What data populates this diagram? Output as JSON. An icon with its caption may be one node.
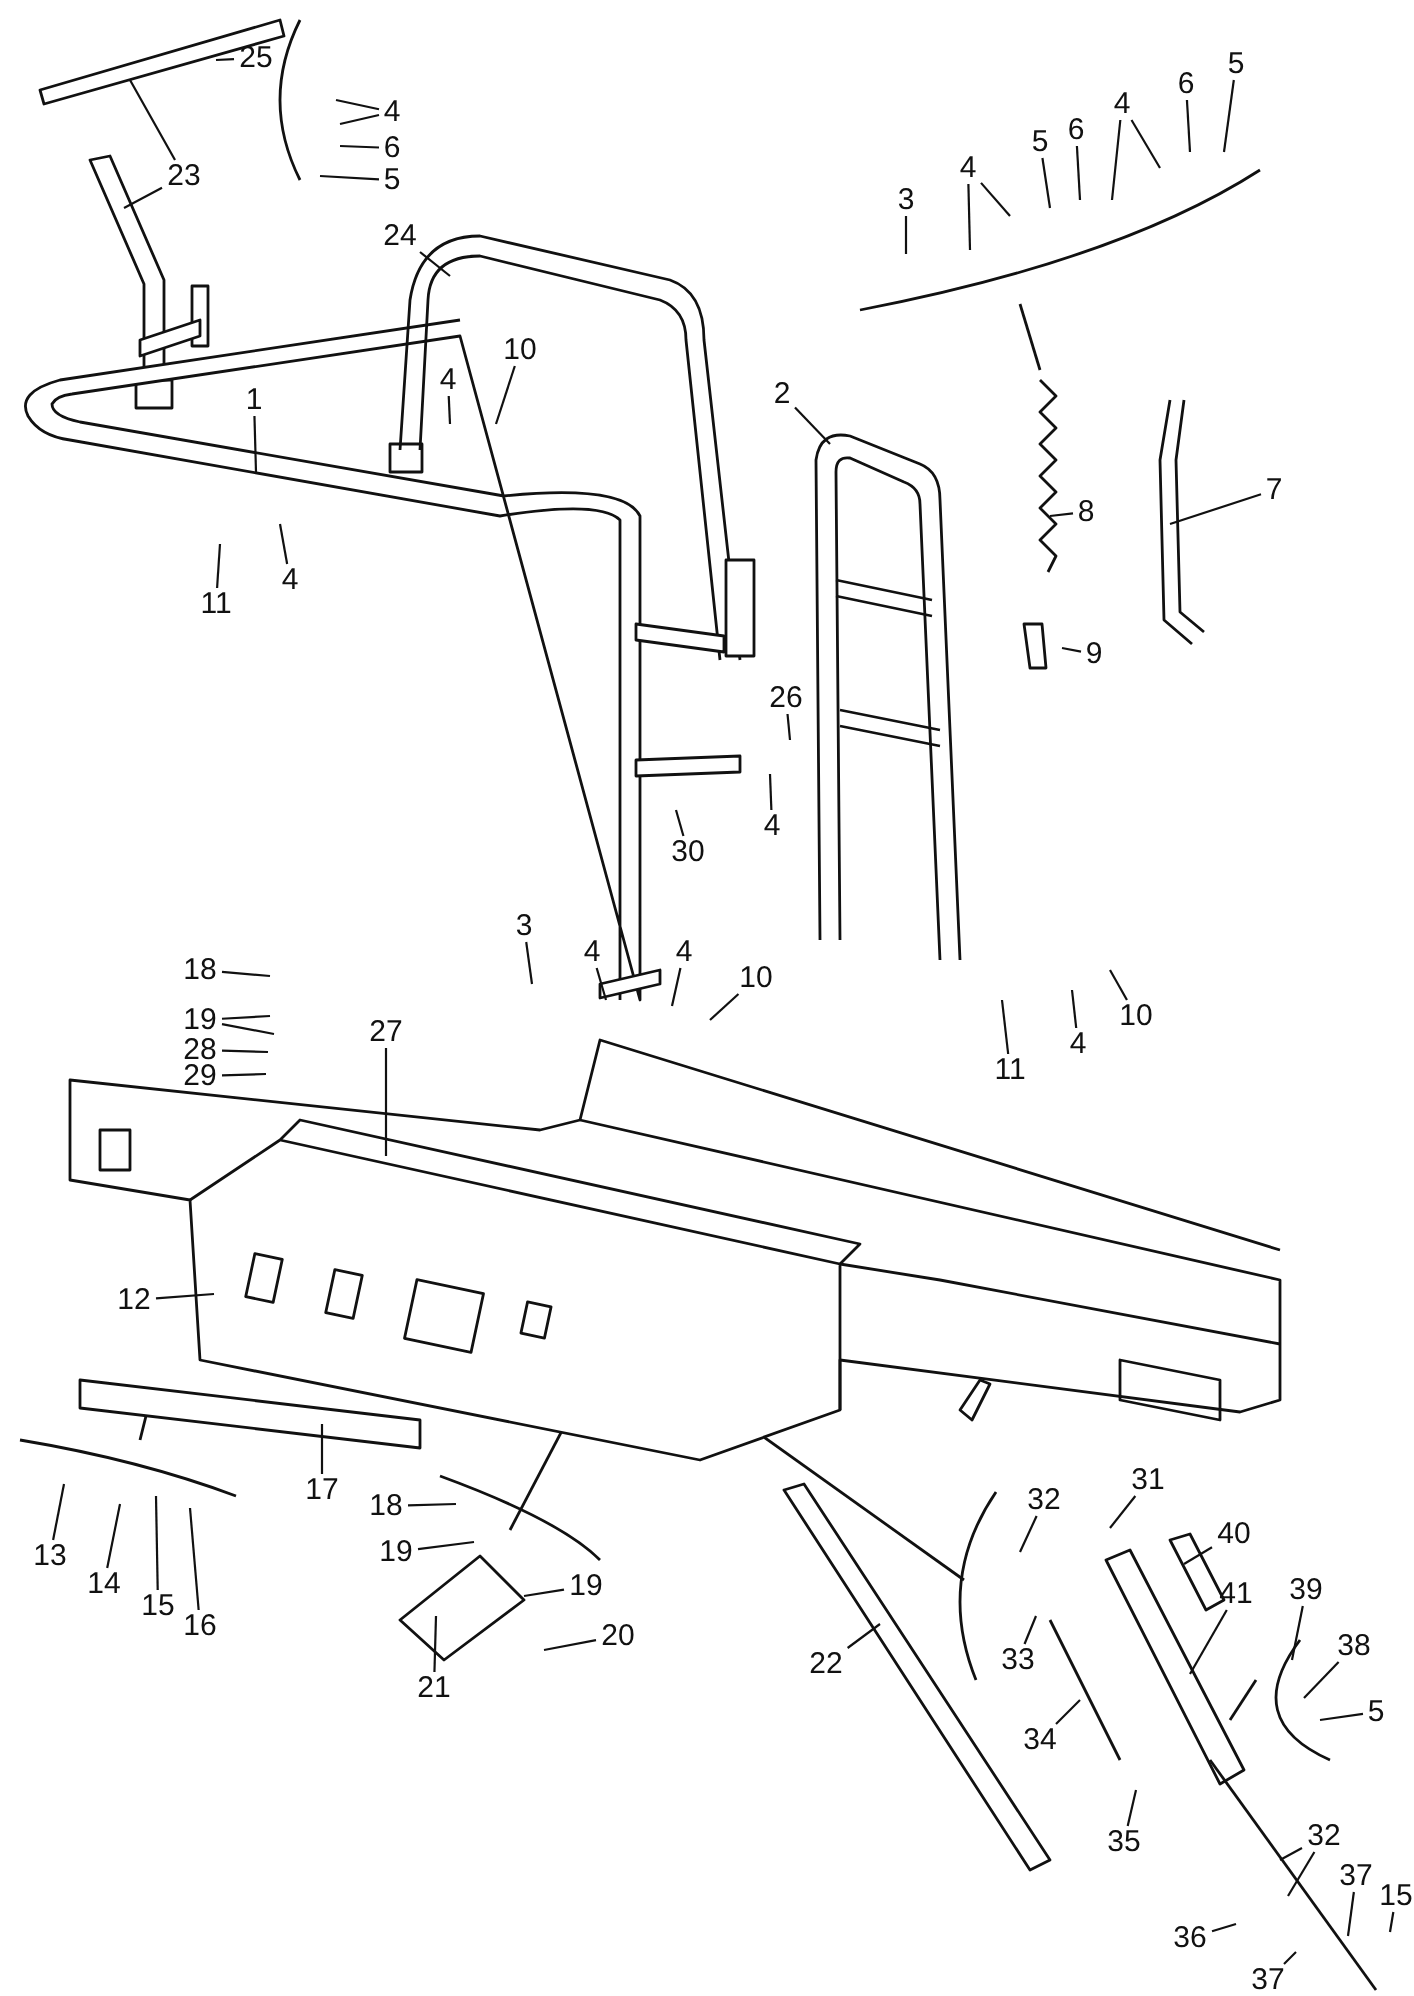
{
  "diagram": {
    "nodes": [
      {
        "text": [
          "25"
        ]
      },
      {
        "text": [
          "4"
        ]
      },
      {
        "text": [
          "6"
        ]
      },
      {
        "text": [
          "5"
        ]
      },
      {
        "text": [
          "23"
        ]
      },
      {
        "text": [
          "3"
        ]
      },
      {
        "text": [
          "4"
        ]
      },
      {
        "text": [
          "5"
        ]
      },
      {
        "text": [
          "6"
        ]
      },
      {
        "text": [
          "4"
        ]
      },
      {
        "text": [
          "6"
        ]
      },
      {
        "text": [
          "5"
        ]
      },
      {
        "text": [
          "24"
        ]
      },
      {
        "text": [
          "10"
        ]
      },
      {
        "text": [
          "4"
        ]
      },
      {
        "text": [
          "1"
        ]
      },
      {
        "text": [
          "2"
        ]
      },
      {
        "text": [
          "8"
        ]
      },
      {
        "text": [
          "7"
        ]
      },
      {
        "text": [
          "11"
        ]
      },
      {
        "text": [
          "4"
        ]
      },
      {
        "text": [
          "9"
        ]
      },
      {
        "text": [
          "26"
        ]
      },
      {
        "text": [
          "4"
        ]
      },
      {
        "text": [
          "30"
        ]
      },
      {
        "text": [
          "3"
        ]
      },
      {
        "text": [
          "4"
        ]
      },
      {
        "text": [
          "4"
        ]
      },
      {
        "text": [
          "10"
        ]
      },
      {
        "text": [
          "18"
        ]
      },
      {
        "text": [
          "19"
        ]
      },
      {
        "text": [
          "28"
        ]
      },
      {
        "text": [
          "29"
        ]
      },
      {
        "text": [
          "27"
        ]
      },
      {
        "text": [
          "11"
        ]
      },
      {
        "text": [
          "4"
        ]
      },
      {
        "text": [
          "10"
        ]
      },
      {
        "text": [
          "12"
        ]
      },
      {
        "text": [
          "17"
        ]
      },
      {
        "text": [
          "13"
        ]
      },
      {
        "text": [
          "14"
        ]
      },
      {
        "text": [
          "15"
        ]
      },
      {
        "text": [
          "16"
        ]
      },
      {
        "text": [
          "18"
        ]
      },
      {
        "text": [
          "19"
        ]
      },
      {
        "text": [
          "21"
        ]
      },
      {
        "text": [
          "19"
        ]
      },
      {
        "text": [
          "20"
        ]
      },
      {
        "text": [
          "22"
        ]
      },
      {
        "text": [
          "32"
        ]
      },
      {
        "text": [
          "31"
        ]
      },
      {
        "text": [
          "40"
        ]
      },
      {
        "text": [
          "33"
        ]
      },
      {
        "text": [
          "41"
        ]
      },
      {
        "text": [
          "39"
        ]
      },
      {
        "text": [
          "38"
        ]
      },
      {
        "text": [
          "5"
        ]
      },
      {
        "text": [
          "34"
        ]
      },
      {
        "text": [
          "35"
        ]
      },
      {
        "text": [
          "32"
        ]
      },
      {
        "text": [
          "37"
        ]
      },
      {
        "text": [
          "15"
        ]
      },
      {
        "text": [
          "36"
        ]
      },
      {
        "text": [
          "37"
        ]
      }
    ],
    "edges": [
      {
        "from": 0,
        "to": null,
        "arrow": "none"
      },
      {
        "from": 1,
        "to": null,
        "arrow": "none"
      },
      {
        "from": 1,
        "to": null,
        "arrow": "none"
      },
      {
        "from": 2,
        "to": null,
        "arrow": "none"
      },
      {
        "from": 3,
        "to": null,
        "arrow": "none"
      },
      {
        "from": 4,
        "to": null,
        "arrow": "none"
      },
      {
        "from": 4,
        "to": null,
        "arrow": "none"
      },
      {
        "from": 5,
        "to": null,
        "arrow": "none"
      },
      {
        "from": 6,
        "to": null,
        "arrow": "none"
      },
      {
        "from": 6,
        "to": null,
        "arrow": "none"
      },
      {
        "from": 7,
        "to": null,
        "arrow": "none"
      },
      {
        "from": 8,
        "to": null,
        "arrow": "none"
      },
      {
        "from": 9,
        "to": null,
        "arrow": "none"
      },
      {
        "from": 9,
        "to": null,
        "arrow": "none"
      },
      {
        "from": 10,
        "to": null,
        "arrow": "none"
      },
      {
        "from": 11,
        "to": null,
        "arrow": "none"
      },
      {
        "from": 12,
        "to": null,
        "arrow": "none"
      },
      {
        "from": 13,
        "to": null,
        "arrow": "none"
      },
      {
        "from": 14,
        "to": null,
        "arrow": "none"
      },
      {
        "from": 15,
        "to": null,
        "arrow": "none"
      },
      {
        "from": 16,
        "to": null,
        "arrow": "none"
      },
      {
        "from": 17,
        "to": null,
        "arrow": "none"
      },
      {
        "from": 18,
        "to": null,
        "arrow": "none"
      },
      {
        "from": 19,
        "to": null,
        "arrow": "none"
      },
      {
        "from": 20,
        "to": null,
        "arrow": "none"
      },
      {
        "from": 21,
        "to": null,
        "arrow": "none"
      },
      {
        "from": 22,
        "to": null,
        "arrow": "none"
      },
      {
        "from": 23,
        "to": null,
        "arrow": "none"
      },
      {
        "from": 24,
        "to": null,
        "arrow": "none"
      },
      {
        "from": 25,
        "to": null,
        "arrow": "none"
      },
      {
        "from": 26,
        "to": null,
        "arrow": "none"
      },
      {
        "from": 27,
        "to": null,
        "arrow": "none"
      },
      {
        "from": 28,
        "to": null,
        "arrow": "none"
      },
      {
        "from": 29,
        "to": null,
        "arrow": "none"
      },
      {
        "from": 30,
        "to": null,
        "arrow": "none"
      },
      {
        "from": 30,
        "to": null,
        "arrow": "none"
      },
      {
        "from": 31,
        "to": null,
        "arrow": "none"
      },
      {
        "from": 32,
        "to": null,
        "arrow": "none"
      },
      {
        "from": 33,
        "to": null,
        "arrow": "none"
      },
      {
        "from": 34,
        "to": null,
        "arrow": "none"
      },
      {
        "from": 35,
        "to": null,
        "arrow": "none"
      },
      {
        "from": 36,
        "to": null,
        "arrow": "none"
      },
      {
        "from": 37,
        "to": null,
        "arrow": "none"
      },
      {
        "from": 38,
        "to": null,
        "arrow": "none"
      },
      {
        "from": 39,
        "to": null,
        "arrow": "none"
      },
      {
        "from": 40,
        "to": null,
        "arrow": "none"
      },
      {
        "from": 41,
        "to": null,
        "arrow": "none"
      },
      {
        "from": 42,
        "to": null,
        "arrow": "none"
      },
      {
        "from": 43,
        "to": null,
        "arrow": "none"
      },
      {
        "from": 44,
        "to": null,
        "arrow": "none"
      },
      {
        "from": 45,
        "to": null,
        "arrow": "none"
      },
      {
        "from": 46,
        "to": null,
        "arrow": "none"
      },
      {
        "from": 47,
        "to": null,
        "arrow": "none"
      },
      {
        "from": 48,
        "to": null,
        "arrow": "none"
      },
      {
        "from": 49,
        "to": null,
        "arrow": "none"
      },
      {
        "from": 50,
        "to": null,
        "arrow": "none"
      },
      {
        "from": 51,
        "to": null,
        "arrow": "none"
      },
      {
        "from": 52,
        "to": null,
        "arrow": "none"
      },
      {
        "from": 53,
        "to": null,
        "arrow": "none"
      },
      {
        "from": 54,
        "to": null,
        "arrow": "none"
      },
      {
        "from": 55,
        "to": null,
        "arrow": "none"
      },
      {
        "from": 56,
        "to": null,
        "arrow": "none"
      },
      {
        "from": 57,
        "to": null,
        "arrow": "none"
      },
      {
        "from": 58,
        "to": null,
        "arrow": "none"
      },
      {
        "from": 59,
        "to": null,
        "arrow": "none"
      },
      {
        "from": 59,
        "to": null,
        "arrow": "none"
      },
      {
        "from": 60,
        "to": null,
        "arrow": "none"
      },
      {
        "from": 61,
        "to": null,
        "arrow": "none"
      },
      {
        "from": 62,
        "to": null,
        "arrow": "none"
      },
      {
        "from": 63,
        "to": null,
        "arrow": "none"
      }
    ]
  }
}
